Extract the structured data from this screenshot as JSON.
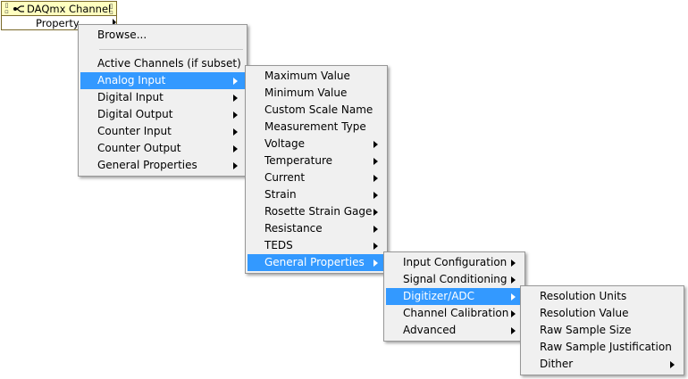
{
  "node": {
    "class_name": "DAQmx Channel",
    "property_label": "Property"
  },
  "menu_level1": {
    "items": [
      {
        "label": "Browse...",
        "has_submenu": false
      },
      {
        "separator": true
      },
      {
        "label": "Active Channels (if subset)",
        "has_submenu": false
      },
      {
        "label": "Analog Input",
        "has_submenu": true,
        "selected": true
      },
      {
        "label": "Digital Input",
        "has_submenu": true
      },
      {
        "label": "Digital Output",
        "has_submenu": true
      },
      {
        "label": "Counter Input",
        "has_submenu": true
      },
      {
        "label": "Counter Output",
        "has_submenu": true
      },
      {
        "label": "General Properties",
        "has_submenu": true
      }
    ]
  },
  "menu_level2": {
    "items": [
      {
        "label": "Maximum Value",
        "has_submenu": false
      },
      {
        "label": "Minimum Value",
        "has_submenu": false
      },
      {
        "label": "Custom Scale Name",
        "has_submenu": false
      },
      {
        "label": "Measurement Type",
        "has_submenu": false
      },
      {
        "label": "Voltage",
        "has_submenu": true
      },
      {
        "label": "Temperature",
        "has_submenu": true
      },
      {
        "label": "Current",
        "has_submenu": true
      },
      {
        "label": "Strain",
        "has_submenu": true
      },
      {
        "label": "Rosette Strain Gage",
        "has_submenu": true
      },
      {
        "label": "Resistance",
        "has_submenu": true
      },
      {
        "label": "TEDS",
        "has_submenu": true
      },
      {
        "label": "General Properties",
        "has_submenu": true,
        "selected": true
      }
    ]
  },
  "menu_level3": {
    "items": [
      {
        "label": "Input Configuration",
        "has_submenu": true
      },
      {
        "label": "Signal Conditioning",
        "has_submenu": true
      },
      {
        "label": "Digitizer/ADC",
        "has_submenu": true,
        "selected": true
      },
      {
        "label": "Channel Calibration",
        "has_submenu": true
      },
      {
        "label": "Advanced",
        "has_submenu": true
      }
    ]
  },
  "menu_level4": {
    "items": [
      {
        "label": "Resolution Units",
        "has_submenu": false
      },
      {
        "label": "Resolution Value",
        "has_submenu": false
      },
      {
        "label": "Raw Sample Size",
        "has_submenu": false
      },
      {
        "label": "Raw Sample Justification",
        "has_submenu": false
      },
      {
        "label": "Dither",
        "has_submenu": true
      }
    ]
  },
  "colors": {
    "selection": "#3399ff",
    "menu_background": "#f0f0f0",
    "node_header": "#ffffc0"
  }
}
